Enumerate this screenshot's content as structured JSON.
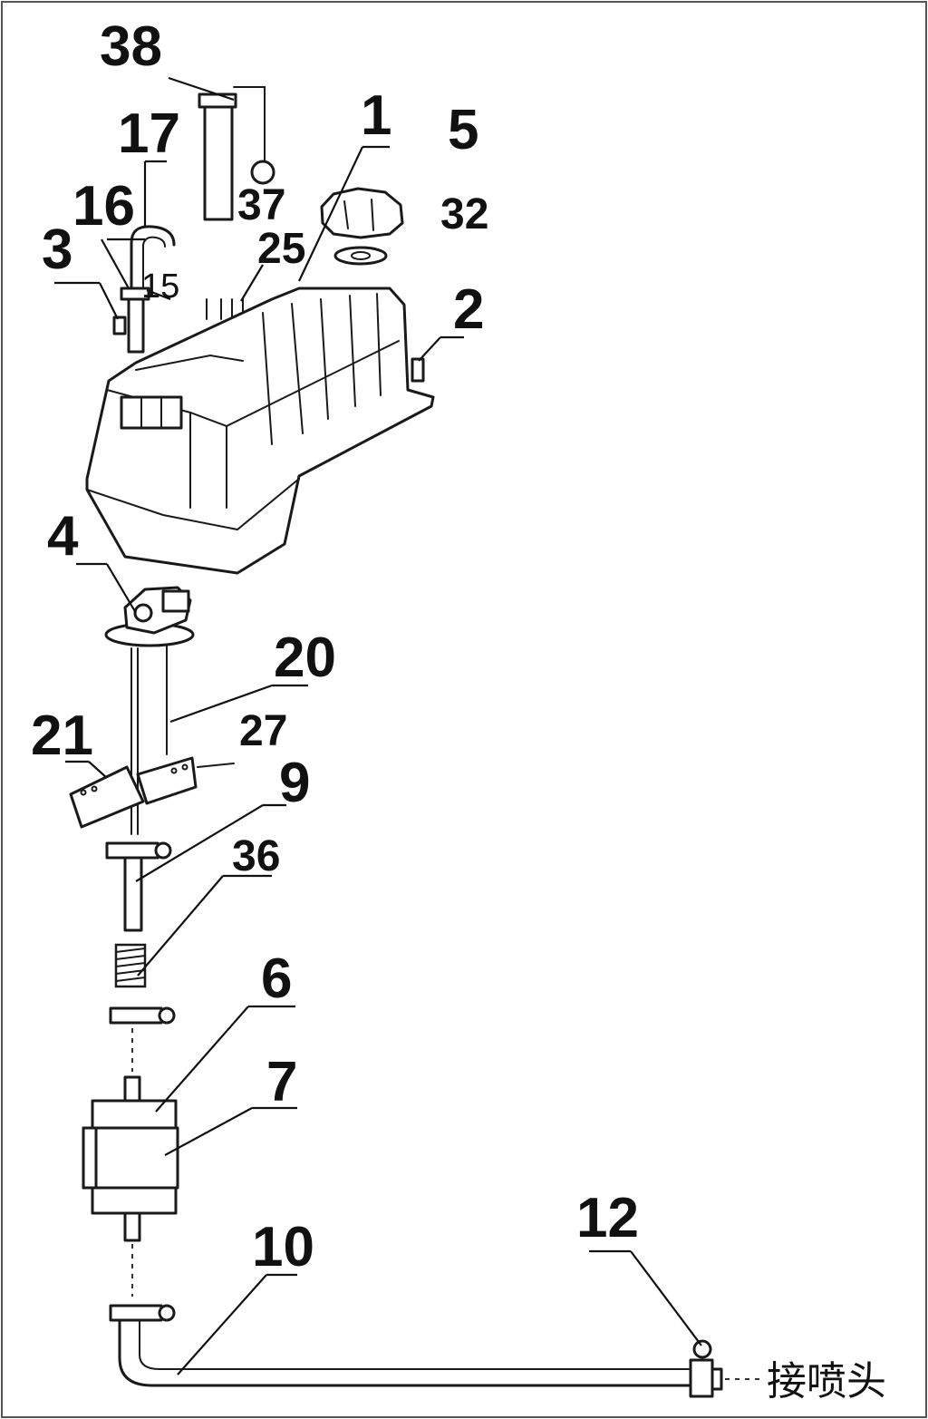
{
  "callouts": {
    "c1": "1",
    "c2": "2",
    "c3": "3",
    "c4": "4",
    "c5": "5",
    "c6": "6",
    "c7": "7",
    "c9": "9",
    "c10": "10",
    "c12": "12",
    "c15": "15",
    "c16": "16",
    "c17": "17",
    "c20": "20",
    "c21": "21",
    "c25": "25",
    "c27": "27",
    "c32": "32",
    "c36": "36",
    "c37": "37",
    "c38": "38"
  },
  "annotation": {
    "nozzle_connection": "接喷头"
  },
  "colors": {
    "line": "#1a1a1a",
    "background": "#ffffff"
  }
}
